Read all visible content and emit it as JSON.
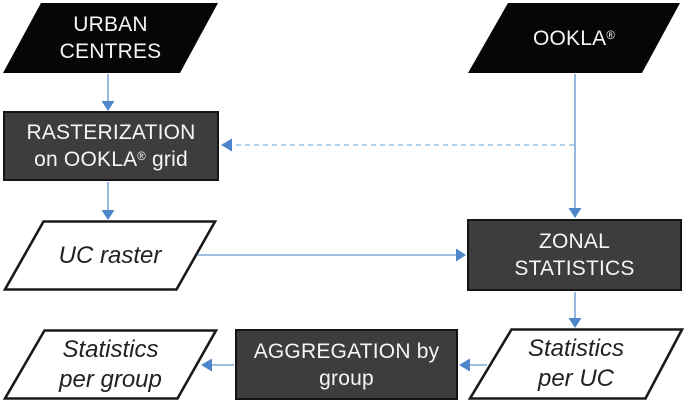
{
  "figure": {
    "type": "flowchart",
    "description": "Processing pipeline from Urban Centres and Ookla data to statistics per group",
    "nodes": {
      "urban_centres": {
        "shape": "parallelogram",
        "style": "solid-black",
        "line1": "URBAN",
        "line2": "CENTRES"
      },
      "ookla": {
        "shape": "parallelogram",
        "style": "solid-black",
        "label": "OOKLA",
        "registered_mark": "®"
      },
      "rasterization": {
        "shape": "process-box",
        "line1": "RASTERIZATION",
        "line2_prefix": "on OOKLA",
        "registered_mark": "®",
        "line2_suffix": " grid"
      },
      "uc_raster": {
        "shape": "parallelogram",
        "style": "outline-italic",
        "label": "UC raster"
      },
      "zonal_statistics": {
        "shape": "process-box",
        "line1": "ZONAL",
        "line2": "STATISTICS"
      },
      "statistics_per_uc": {
        "shape": "parallelogram",
        "style": "outline-italic",
        "line1": "Statistics",
        "line2": "per UC"
      },
      "aggregation": {
        "shape": "process-box",
        "line1": "AGGREGATION by",
        "line2": "group"
      },
      "statistics_per_group": {
        "shape": "parallelogram",
        "style": "outline-italic",
        "line1": "Statistics",
        "line2": "per group"
      }
    },
    "edges": [
      {
        "from": "urban_centres",
        "to": "rasterization",
        "style": "solid",
        "direction": "down"
      },
      {
        "from": "rasterization",
        "to": "uc_raster",
        "style": "solid",
        "direction": "down"
      },
      {
        "from": "ookla",
        "to": "zonal_statistics",
        "style": "solid",
        "direction": "down"
      },
      {
        "from": "ookla",
        "to": "rasterization",
        "style": "dashed",
        "direction": "left"
      },
      {
        "from": "uc_raster",
        "to": "zonal_statistics",
        "style": "solid",
        "direction": "right"
      },
      {
        "from": "zonal_statistics",
        "to": "statistics_per_uc",
        "style": "solid",
        "direction": "down"
      },
      {
        "from": "statistics_per_uc",
        "to": "aggregation",
        "style": "solid",
        "direction": "left"
      },
      {
        "from": "aggregation",
        "to": "statistics_per_group",
        "style": "solid",
        "direction": "left"
      }
    ],
    "colors": {
      "background": "#ffffff",
      "shape_fill_black": "#060606",
      "process_fill": "#3d3d3d",
      "process_border": "#151515",
      "outline_border": "#1a1a1a",
      "arrow_line": "#7fa6d9",
      "arrow_head": "#4e86cb",
      "dashed_line": "#9cc2e5"
    }
  }
}
